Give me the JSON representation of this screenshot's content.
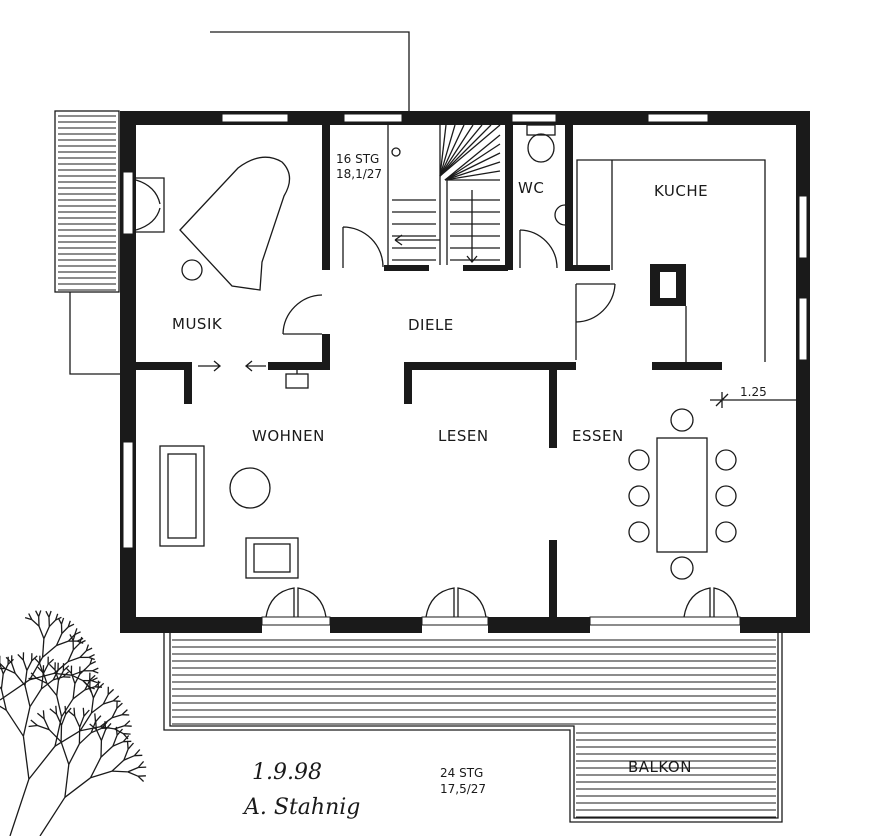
{
  "rooms": {
    "musik": "MUSIK",
    "diele": "DIELE",
    "wc": "WC",
    "kuche": "KUCHE",
    "wohnen": "WOHNEN",
    "lesen": "LESEN",
    "essen": "ESSEN",
    "balkon": "BALKON"
  },
  "stairs_upper": {
    "steps": "16  STG",
    "ratio": "18,1/27"
  },
  "stairs_lower": {
    "steps": "24  STG",
    "ratio": "17,5/27"
  },
  "dimension": "1.25",
  "handwritten_date": "1.9.98",
  "signature": "A. Stahnig"
}
